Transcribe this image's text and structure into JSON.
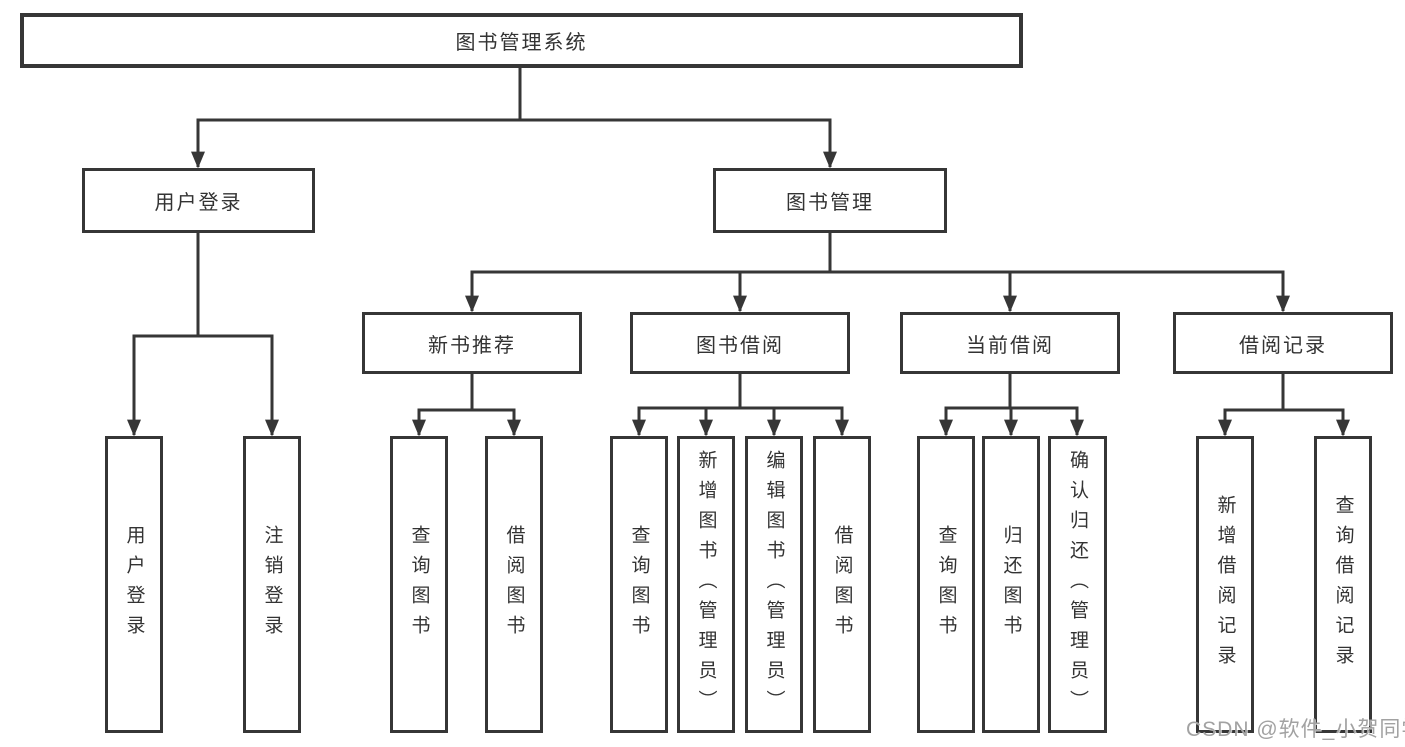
{
  "diagram": {
    "title_node": {
      "label": "图书管理系统"
    },
    "level2": [
      {
        "label": "用户登录"
      },
      {
        "label": "图书管理"
      }
    ],
    "level3": [
      {
        "label": "新书推荐"
      },
      {
        "label": "图书借阅"
      },
      {
        "label": "当前借阅"
      },
      {
        "label": "借阅记录"
      }
    ],
    "leaves": [
      {
        "label": "用户登录",
        "parent": "用户登录"
      },
      {
        "label": "注销登录",
        "parent": "用户登录"
      },
      {
        "label": "查询图书",
        "parent": "新书推荐"
      },
      {
        "label": "借阅图书",
        "parent": "新书推荐"
      },
      {
        "label": "查询图书",
        "parent": "图书借阅"
      },
      {
        "label": "新增图书（管理员）",
        "parent": "图书借阅"
      },
      {
        "label": "编辑图书（管理员）",
        "parent": "图书借阅"
      },
      {
        "label": "借阅图书",
        "parent": "图书借阅"
      },
      {
        "label": "查询图书",
        "parent": "当前借阅"
      },
      {
        "label": "归还图书",
        "parent": "当前借阅"
      },
      {
        "label": "确认归还（管理员）",
        "parent": "当前借阅"
      },
      {
        "label": "新增借阅记录",
        "parent": "借阅记录"
      },
      {
        "label": "查询借阅记录",
        "parent": "借阅记录"
      }
    ]
  },
  "watermark": {
    "text": "CSDN @软件_小贺同学"
  },
  "colors": {
    "line": "#363636",
    "box_border": "#363636",
    "text": "#333333",
    "background": "#ffffff",
    "watermark": "#a2a2a2"
  }
}
